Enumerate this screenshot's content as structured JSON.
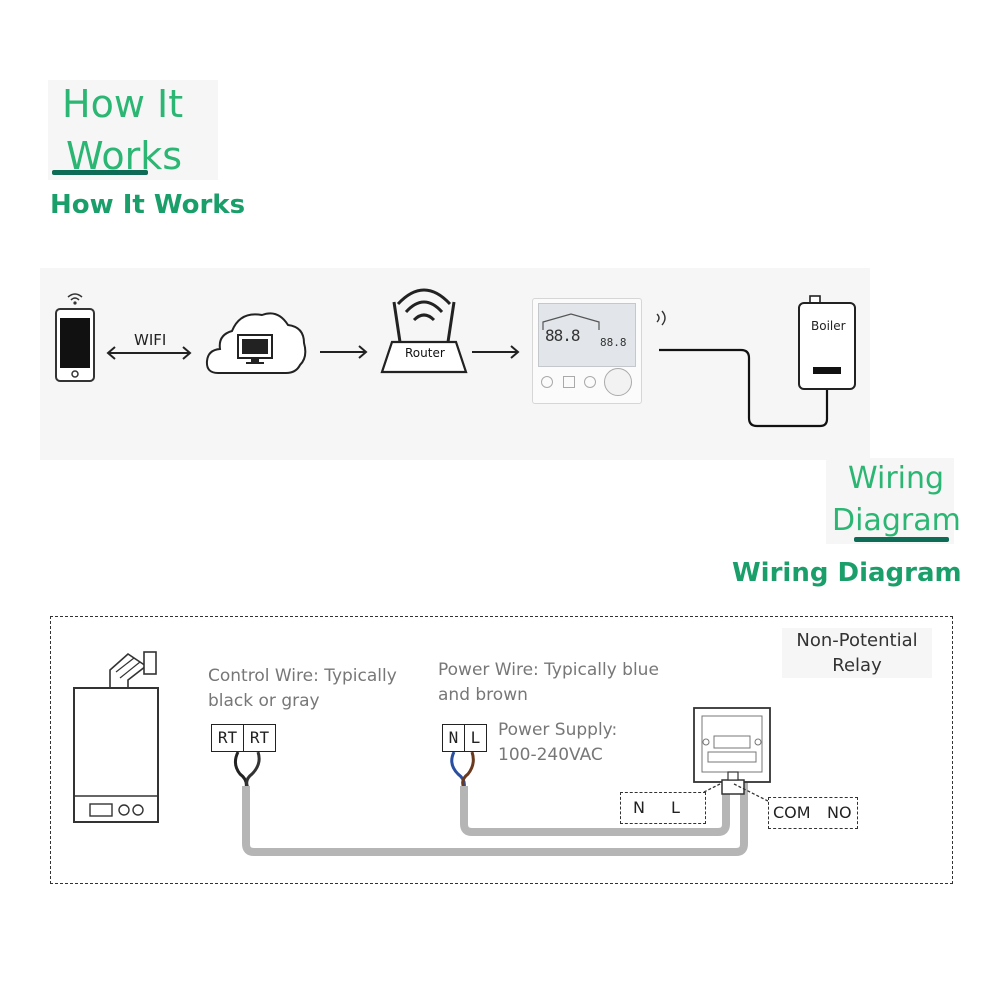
{
  "heading_how": {
    "large_line1": "How It",
    "large_line2": "Works",
    "bold": "How It Works"
  },
  "heading_wiring": {
    "large_line1": "Wiring",
    "large_line2": "Diagram",
    "bold": "Wiring Diagram"
  },
  "flow": {
    "wifi_label": "WIFI",
    "router_label": "Router",
    "boiler_label": "Boiler",
    "thermostat_main": "88.8",
    "thermostat_sub": "88.8"
  },
  "wiring": {
    "relay_label": "Non-Potential\nRelay",
    "control_wire": "Control Wire: Typically\nblack or gray",
    "power_wire": "Power Wire: Typically blue\nand brown",
    "power_supply": "Power Supply:\n100-240VAC",
    "rt_terminals": [
      "RT",
      "RT"
    ],
    "nl_terminals": [
      "N",
      "L"
    ],
    "nl_box": [
      "N",
      "L"
    ],
    "com_box": [
      "COM",
      "NO"
    ]
  },
  "colors": {
    "accent_light": "#2bb673",
    "accent_bold": "#1a9e6a",
    "underline": "#0e6b55",
    "cable": "#b5b5b5"
  }
}
